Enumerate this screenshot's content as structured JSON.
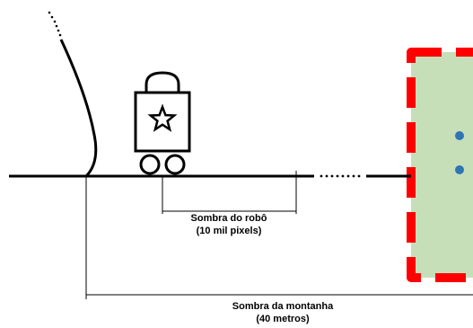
{
  "labels": {
    "robot_shadow_title": "Sombra do robô",
    "robot_shadow_value": "(10 mil pixels)",
    "mountain_shadow_title": "Sombra da montanha",
    "mountain_shadow_value": "(40 metros)"
  },
  "icons": {
    "robot": "robot-icon",
    "star": "star-icon",
    "mountain": "mountain-slope-icon"
  },
  "colors": {
    "line": "#000000",
    "frame_border": "#ff0000",
    "frame_fill": "#c6dfb8",
    "dot": "#2e75b6"
  }
}
